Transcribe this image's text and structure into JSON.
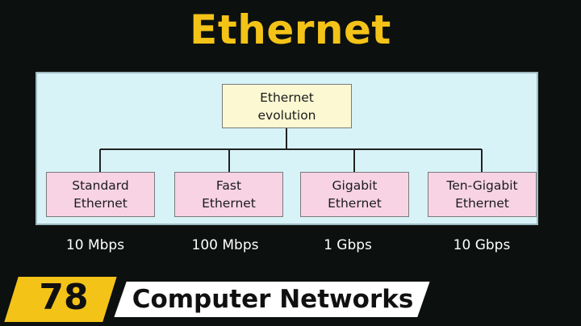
{
  "title": "Ethernet",
  "diagram": {
    "root": {
      "line1": "Ethernet",
      "line2": "evolution"
    },
    "children": [
      {
        "line1": "Standard",
        "line2": "Ethernet",
        "speed": "10 Mbps"
      },
      {
        "line1": "Fast",
        "line2": "Ethernet",
        "speed": "100 Mbps"
      },
      {
        "line1": "Gigabit",
        "line2": "Ethernet",
        "speed": "1 Gbps"
      },
      {
        "line1": "Ten-Gigabit",
        "line2": "Ethernet",
        "speed": "10 Gbps"
      }
    ]
  },
  "badge": {
    "number": "78",
    "series": "Computer Networks"
  },
  "colors": {
    "title": "#f4c318",
    "panel": "#d7f3f8",
    "root_box": "#fbf8d2",
    "child_box": "#f7d3e4",
    "badge": "#f4c318",
    "background": "#0c100f"
  }
}
